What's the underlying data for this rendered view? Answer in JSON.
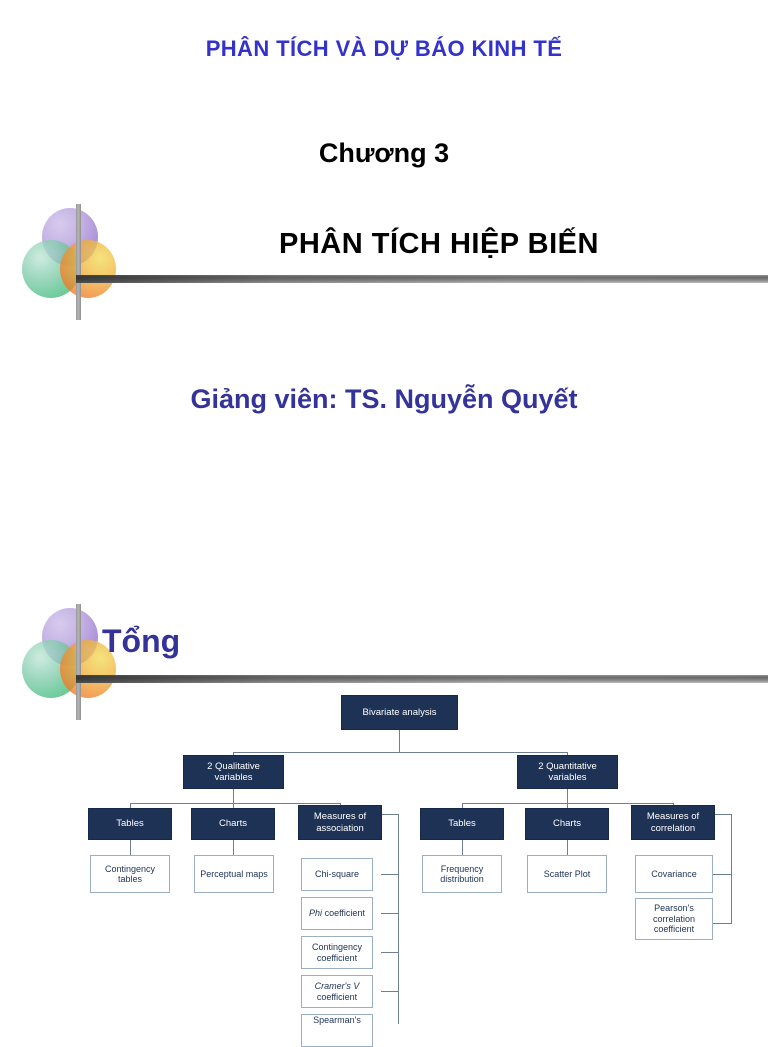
{
  "slide1": {
    "course_title": "PHÂN TÍCH VÀ DỰ BÁO KINH TẾ",
    "chapter_number": "Chương 3",
    "chapter_title": "PHÂN TÍCH HIỆP BIẾN",
    "lecturer": "Giảng viên: TS. Nguyễn Quyết"
  },
  "slide2": {
    "section_heading": "Tổng"
  },
  "colors": {
    "course_title_blue": "#3333CC",
    "heading_navy": "#333399",
    "node_dark": "#1D3255",
    "node_light_border": "#9AAEC6",
    "connector": "#6F7F93"
  },
  "chart_data": {
    "type": "diagram",
    "title": "Bivariate analysis",
    "root": "Bivariate analysis",
    "branches": [
      {
        "label": "2 Qualitative variables",
        "children": [
          {
            "label": "Tables",
            "leaves": [
              "Contingency tables"
            ]
          },
          {
            "label": "Charts",
            "leaves": [
              "Perceptual maps"
            ]
          },
          {
            "label": "Measures of association",
            "leaves": [
              "Chi-square",
              "Phi coefficient",
              "Contingency coefficient",
              "Cramer's V coefficient",
              "Spearman's"
            ]
          }
        ]
      },
      {
        "label": "2 Quantitative variables",
        "children": [
          {
            "label": "Tables",
            "leaves": [
              "Frequency distribution"
            ]
          },
          {
            "label": "Charts",
            "leaves": [
              "Scatter Plot"
            ]
          },
          {
            "label": "Measures of correlation",
            "leaves": [
              "Covariance",
              "Pearson's correlation coefficient"
            ]
          }
        ]
      }
    ],
    "nodes": {
      "root": "Bivariate analysis",
      "qual": "2 Qualitative variables",
      "quant": "2 Quantitative variables",
      "qual_tables": "Tables",
      "qual_charts": "Charts",
      "qual_measures": "Measures of association",
      "quant_tables": "Tables",
      "quant_charts": "Charts",
      "quant_measures": "Measures of correlation",
      "contingency_tables": "Contingency tables",
      "perceptual_maps": "Perceptual maps",
      "chi_square": "Chi-square",
      "phi_italic": "Phi",
      "phi_rest": " coefficient",
      "contingency_coefficient": "Contingency coefficient",
      "cramers_italic": "Cramer's V",
      "cramers_rest": "coefficient",
      "spearmans": "Spearman's",
      "frequency_distribution": "Frequency distribution",
      "scatter_plot": "Scatter Plot",
      "covariance": "Covariance",
      "pearsons": "Pearson's correlation coefficient"
    }
  }
}
